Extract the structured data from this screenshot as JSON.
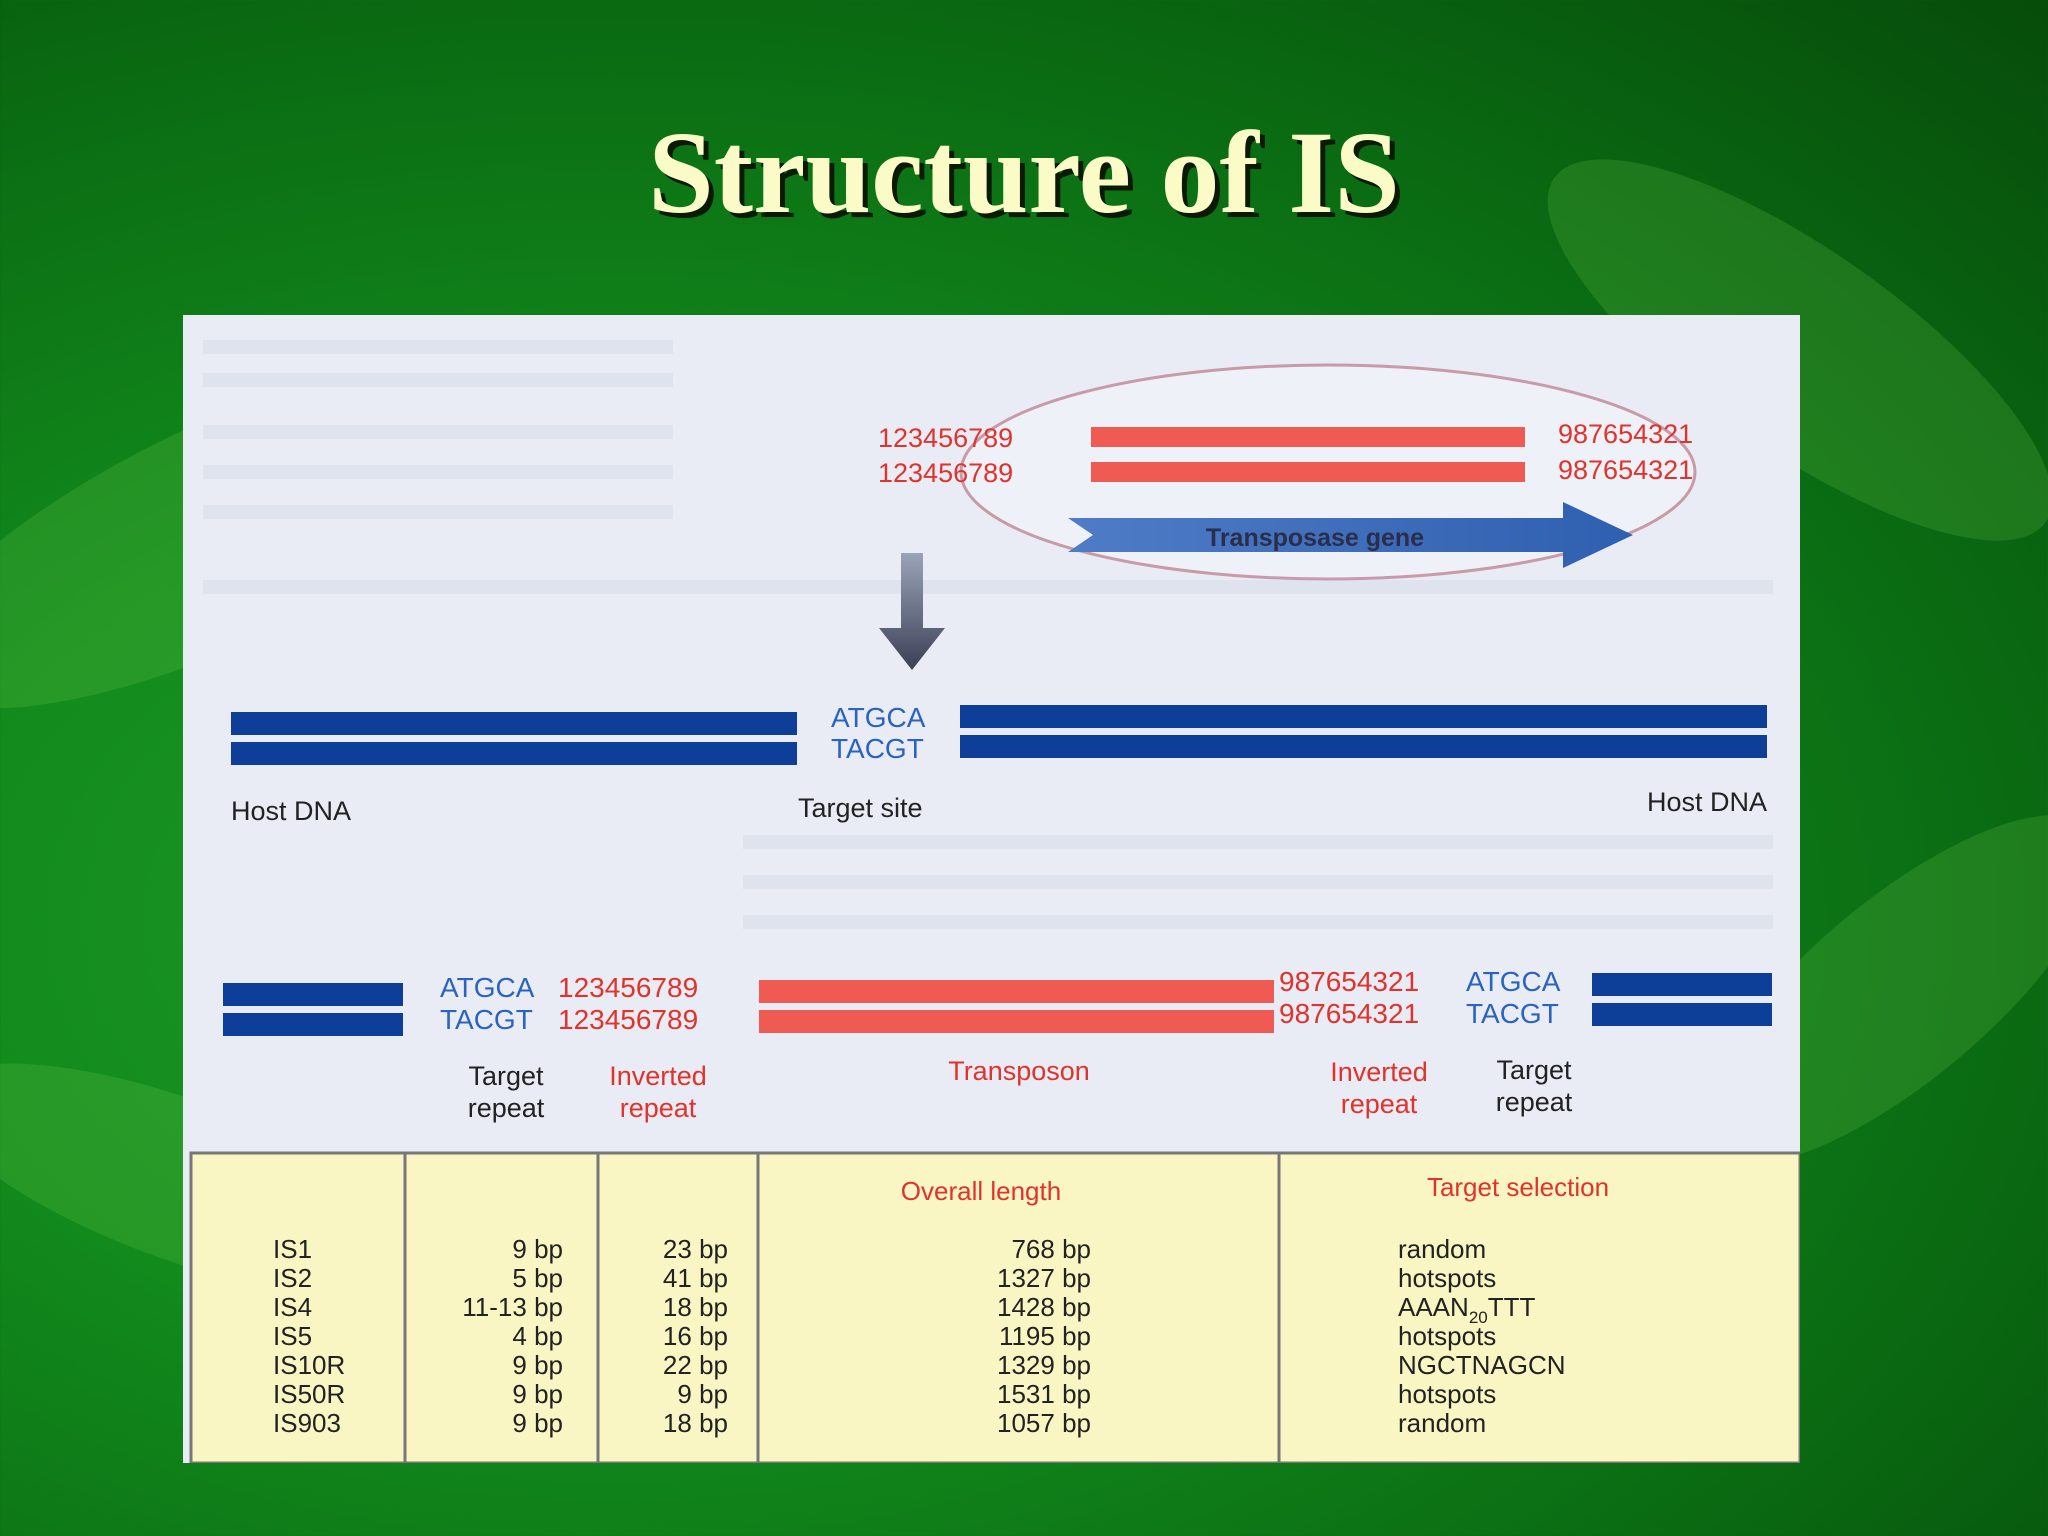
{
  "title": "Structure of IS",
  "colors": {
    "host_dna": "#0e3f98",
    "transposon": "#ef5a52",
    "red_text": "#e2322c",
    "blue_text": "#2a63c0",
    "table_bg": "#f9f6c4"
  },
  "inset": {
    "ir_left_top": "123456789",
    "ir_left_bottom": "123456789",
    "ir_right_top": "987654321",
    "ir_right_bottom": "987654321",
    "gene_label": "Transposase gene"
  },
  "host": {
    "site_top": "ATGCA",
    "site_bottom": "TACGT",
    "label_left": "Host DNA",
    "label_site": "Target site",
    "label_right": "Host DNA"
  },
  "inserted": {
    "left_tr_top": "ATGCA",
    "left_tr_bottom": "TACGT",
    "left_ir_top": "123456789",
    "left_ir_bottom": "123456789",
    "right_ir_top": "987654321",
    "right_ir_bottom": "987654321",
    "right_tr_top": "ATGCA",
    "right_tr_bottom": "TACGT",
    "label_target_repeat_1": "Target",
    "label_target_repeat_2": "repeat",
    "label_inverted_repeat_1": "Inverted",
    "label_inverted_repeat_2": "repeat",
    "label_transposon": "Transposon"
  },
  "table": {
    "headers": {
      "overall_length": "Overall length",
      "target_selection": "Target selection"
    },
    "rows": [
      {
        "name": "IS1",
        "target_repeat": "9 bp",
        "inverted_repeat": "23 bp",
        "length": "768 bp",
        "selection": "random"
      },
      {
        "name": "IS2",
        "target_repeat": "5 bp",
        "inverted_repeat": "41 bp",
        "length": "1327 bp",
        "selection": "hotspots"
      },
      {
        "name": "IS4",
        "target_repeat": "11-13 bp",
        "inverted_repeat": "18 bp",
        "length": "1428 bp",
        "selection": "AAAN20TTT"
      },
      {
        "name": "IS5",
        "target_repeat": "4 bp",
        "inverted_repeat": "16 bp",
        "length": "1195 bp",
        "selection": "hotspots"
      },
      {
        "name": "IS10R",
        "target_repeat": "9 bp",
        "inverted_repeat": "22 bp",
        "length": "1329 bp",
        "selection": "NGCTNAGCN"
      },
      {
        "name": "IS50R",
        "target_repeat": "9 bp",
        "inverted_repeat": "9 bp",
        "length": "1531 bp",
        "selection": "hotspots"
      },
      {
        "name": "IS903",
        "target_repeat": "9 bp",
        "inverted_repeat": "18 bp",
        "length": "1057 bp",
        "selection": "random"
      }
    ]
  }
}
